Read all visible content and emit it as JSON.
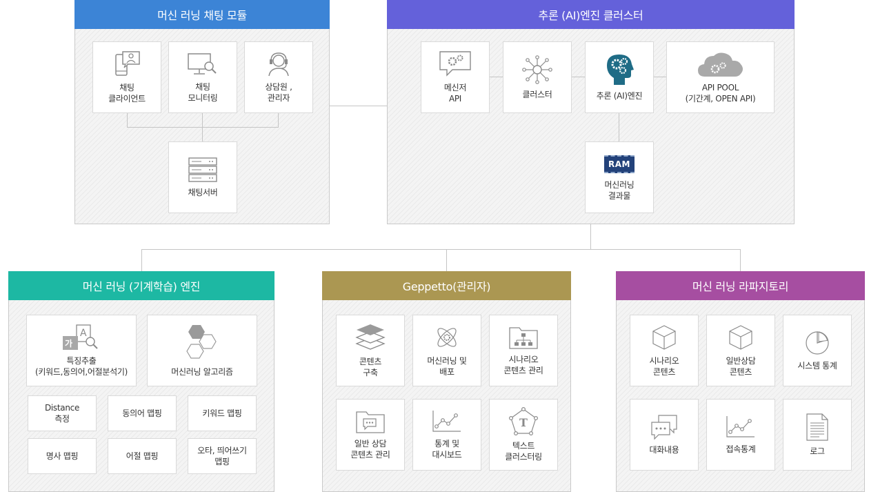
{
  "panels": {
    "chat_module": {
      "title": "머신 러닝 채팅 모듈",
      "color": "#3c84d6"
    },
    "engine_cluster": {
      "title": "추론 (AI)엔진 클러스터",
      "color": "#6461da"
    },
    "ml_engine": {
      "title": "머신 러닝 (기계학습) 엔진",
      "color": "#1db8a3"
    },
    "geppetto": {
      "title": "Geppetto(관리자)",
      "color": "#ab9752"
    },
    "repository": {
      "title": "머신 러닝 라파지토리",
      "color": "#a64ea1"
    }
  },
  "chat_module": {
    "client": "채팅\n클라이언트",
    "monitoring": "채팅\n모니터링",
    "counselor": "상담원 ,\n관리자",
    "server": "채팅서버"
  },
  "engine_cluster": {
    "messenger_api": "메신저\nAPI",
    "cluster": "클러스터",
    "ai_engine": "추론 (AI)엔진",
    "api_pool": "API POOL\n(기간계, OPEN API)",
    "results": "머신러닝\n결과물",
    "ram_chip": "RAM"
  },
  "ml_engine": {
    "feature_extraction": "특징추출\n(키워드,동의어,어절분석기)",
    "feature_icon_glyph_a": "가",
    "feature_icon_glyph_b": "A",
    "algorithm": "머신러닝 알고리즘",
    "distance": "Distance\n측정",
    "synonym": "동의어 맵핑",
    "keyword": "키워드 맵핑",
    "noun": "명사 맵핑",
    "phrase": "어절 맵핑",
    "typo": "오타, 띄어쓰기\n맵핑"
  },
  "geppetto": {
    "content_build": "콘텐츠\n구축",
    "deploy": "머신러닝 및\n배포",
    "scenario_content": "시나리오\n콘텐츠 관리",
    "general_content": "일반 상담\n콘텐츠 관리",
    "dashboard": "통계 및\n대시보드",
    "text_clustering": "텍스트\n클러스터링",
    "text_icon_glyph": "T"
  },
  "repository": {
    "scenario": "시나리오\n콘텐츠",
    "general": "일반상담\n콘텐츠",
    "system_stats": "시스템 통계",
    "conversation": "대화내용",
    "access_stats": "접속통계",
    "log": "로그"
  }
}
